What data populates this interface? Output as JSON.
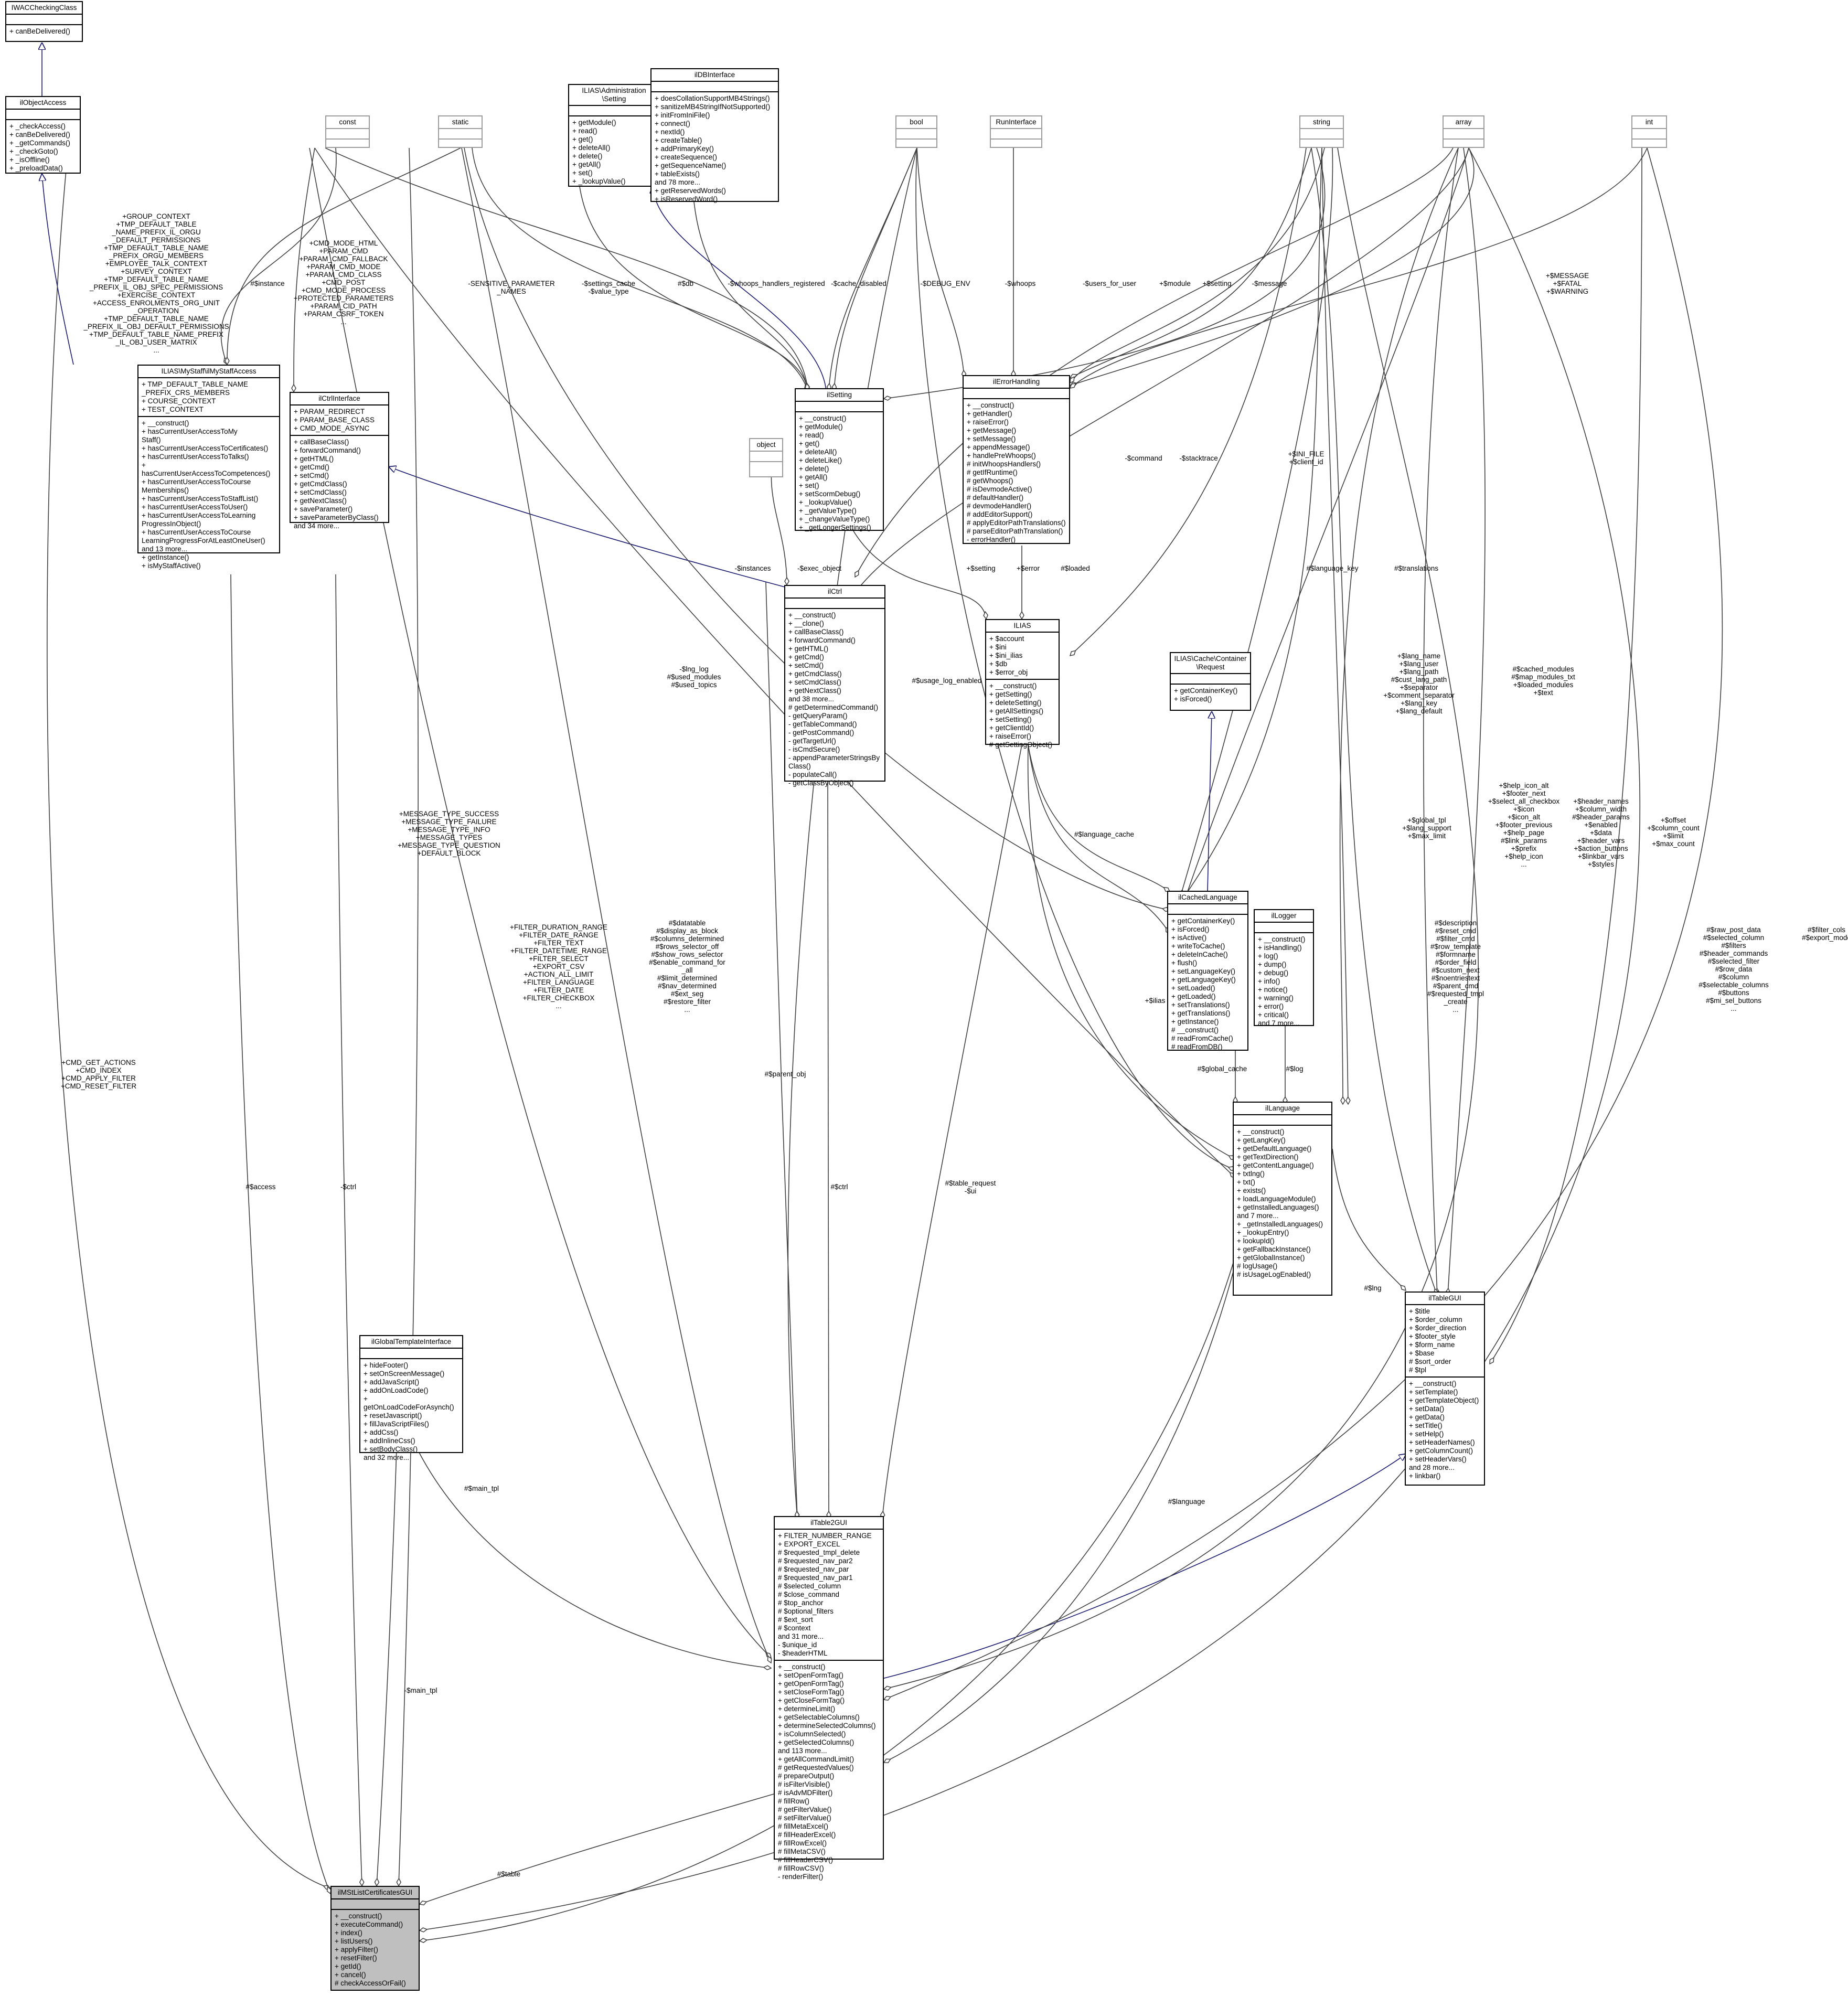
{
  "classes": {
    "iwac": {
      "title": "IWACCheckingClass",
      "attributes": "",
      "methods": "+ canBeDelivered()"
    },
    "objaccess": {
      "title": "ilObjectAccess",
      "attributes": "",
      "methods": "+ _checkAccess()\n+ canBeDelivered()\n+ _getCommands()\n+ _checkGoto()\n+ _isOffline()\n+ _preloadData()"
    },
    "const": {
      "title": "const",
      "attributes": "",
      "methods": ""
    },
    "static": {
      "title": "static",
      "attributes": "",
      "methods": ""
    },
    "adminsetting": {
      "title": "ILIAS\\Administration\n\\Setting",
      "attributes": "",
      "methods": "+ getModule()\n+ read()\n+ get()\n+ deleteAll()\n+ delete()\n+ getAll()\n+ set()\n+ _lookupValue()"
    },
    "dbinterface": {
      "title": "ilDBInterface",
      "attributes": "",
      "methods": "+ doesCollationSupportMB4Strings()\n+ sanitizeMB4StringIfNotSupported()\n+ initFromIniFile()\n+ connect()\n+ nextId()\n+ createTable()\n+ addPrimaryKey()\n+ createSequence()\n+ getSequenceName()\n+ tableExists()\nand 78 more...\n+ getReservedWords()\n+ isReservedWord()"
    },
    "bool": {
      "title": "bool",
      "attributes": "",
      "methods": ""
    },
    "runinterface": {
      "title": "RunInterface",
      "attributes": "",
      "methods": ""
    },
    "string": {
      "title": "string",
      "attributes": "",
      "methods": ""
    },
    "array": {
      "title": "array",
      "attributes": "",
      "methods": ""
    },
    "int": {
      "title": "int",
      "attributes": "",
      "methods": ""
    },
    "mystaff": {
      "title": "ILIAS\\MyStaff\\ilMyStaffAccess",
      "attributes": "+ TMP_DEFAULT_TABLE_NAME\n_PREFIX_CRS_MEMBERS\n+ COURSE_CONTEXT\n+ TEST_CONTEXT",
      "methods": "+ __construct()\n+ hasCurrentUserAccessToMy\nStaff()\n+ hasCurrentUserAccessToCertificates()\n+ hasCurrentUserAccessToTalks()\n+ hasCurrentUserAccessToCompetences()\n+ hasCurrentUserAccessToCourse\nMemberships()\n+ hasCurrentUserAccessToStaffList()\n+ hasCurrentUserAccessToUser()\n+ hasCurrentUserAccessToLearning\nProgressInObject()\n+ hasCurrentUserAccessToCourse\nLearningProgressForAtLeastOneUser()\nand 13 more...\n+ getInstance()\n+ isMyStaffActive()"
    },
    "ctrlinterface": {
      "title": "ilCtrlInterface",
      "attributes": "+ PARAM_REDIRECT\n+ PARAM_BASE_CLASS\n+ CMD_MODE_ASYNC",
      "methods": "+ callBaseClass()\n+ forwardCommand()\n+ getHTML()\n+ getCmd()\n+ setCmd()\n+ getCmdClass()\n+ setCmdClass()\n+ getNextClass()\n+ saveParameter()\n+ saveParameterByClass()\nand 34 more..."
    },
    "ilsetting": {
      "title": "ilSetting",
      "attributes": "",
      "methods": "+ __construct()\n+ getModule()\n+ read()\n+ get()\n+ deleteAll()\n+ deleteLike()\n+ delete()\n+ getAll()\n+ set()\n+ setScormDebug()\n+ _lookupValue()\n+ _getValueType()\n+ _changeValueType()\n+ _getLongerSettings()"
    },
    "errorhandling": {
      "title": "ilErrorHandling",
      "attributes": "",
      "methods": "+ __construct()\n+ getHandler()\n+ raiseError()\n+ getMessage()\n+ setMessage()\n+ appendMessage()\n+ handlePreWhoops()\n# initWhoopsHandlers()\n# getIfRuntime()\n# getWhoops()\n# isDevmodeActive()\n# defaultHandler()\n# devmodeHandler()\n# addEditorSupport()\n# applyEditorPathTranslations()\n# parseEditorPathTranslation()\n- errorHandler()"
    },
    "object": {
      "title": "object",
      "attributes": "",
      "methods": ""
    },
    "ilctrl": {
      "title": "ilCtrl",
      "attributes": "",
      "methods": "+ __construct()\n+ __clone()\n+ callBaseClass()\n+ forwardCommand()\n+ getHTML()\n+ getCmd()\n+ setCmd()\n+ getCmdClass()\n+ setCmdClass()\n+ getNextClass()\nand 38 more...\n# getDeterminedCommand()\n- getQueryParam()\n- getTableCommand()\n- getPostCommand()\n- getTargetUrl()\n- isCmdSecure()\n- appendParameterStringsBy\nClass()\n- populateCall()\n- getClassByObject()"
    },
    "ilias": {
      "title": "ILIAS",
      "attributes": "+ $account\n+ $ini\n+ $ini_ilias\n+ $db\n+ $error_obj",
      "methods": "+ __construct()\n+ getSetting()\n+ deleteSetting()\n+ getAllSettings()\n+ setSetting()\n+ getClientId()\n+ raiseError()\n# getSettingObject()"
    },
    "cacherequest": {
      "title": "ILIAS\\Cache\\Container\n\\Request",
      "attributes": "",
      "methods": "+ getContainerKey()\n+ isForced()"
    },
    "cachedlang": {
      "title": "ilCachedLanguage",
      "attributes": "",
      "methods": "+ getContainerKey()\n+ isForced()\n+ isActive()\n+ writeToCache()\n+ deleteInCache()\n+ flush()\n+ setLanguageKey()\n+ getLanguageKey()\n+ setLoaded()\n+ getLoaded()\n+ setTranslations()\n+ getTranslations()\n+ getInstance()\n# __construct()\n# readFromCache()\n# readFromDB()"
    },
    "logger": {
      "title": "ilLogger",
      "attributes": "",
      "methods": "+ __construct()\n+ isHandling()\n+ log()\n+ dump()\n+ debug()\n+ info()\n+ notice()\n+ warning()\n+ error()\n+ critical()\nand 7 more..."
    },
    "language": {
      "title": "ilLanguage",
      "attributes": "",
      "methods": "+ __construct()\n+ getLangKey()\n+ getDefaultLanguage()\n+ getTextDirection()\n+ getContentLanguage()\n+ txtlng()\n+ txt()\n+ exists()\n+ loadLanguageModule()\n+ getInstalledLanguages()\nand 7 more...\n+ _getInstalledLanguages()\n+ _lookupEntry()\n+ lookupId()\n+ getFallbackInstance()\n+ getGlobalInstance()\n# logUsage()\n# isUsageLogEnabled()"
    },
    "globaltpl": {
      "title": "ilGlobalTemplateInterface",
      "attributes": "",
      "methods": "+ hideFooter()\n+ setOnScreenMessage()\n+ addJavaScript()\n+ addOnLoadCode()\n+ getOnLoadCodeForAsynch()\n+ resetJavascript()\n+ fillJavaScriptFiles()\n+ addCss()\n+ addInlineCss()\n+ setBodyClass()\nand 32 more..."
    },
    "tablegui": {
      "title": "ilTableGUI",
      "attributes": "+ $title\n+ $order_column\n+ $order_direction\n+ $footer_style\n+ $form_name\n+ $base\n# $sort_order\n# $tpl",
      "methods": "+ __construct()\n+ setTemplate()\n+ getTemplateObject()\n+ setData()\n+ getData()\n+ setTitle()\n+ setHelp()\n+ setHeaderNames()\n+ getColumnCount()\n+ setHeaderVars()\nand 28 more...\n+ linkbar()"
    },
    "table2gui": {
      "title": "ilTable2GUI",
      "attributes": "+ FILTER_NUMBER_RANGE\n+ EXPORT_EXCEL\n# $requested_tmpl_delete\n# $requested_nav_par2\n# $requested_nav_par\n# $requested_nav_par1\n# $selected_column\n# $close_command\n# $top_anchor\n# $optional_filters\n# $ext_sort\n# $context\nand 31 more...\n- $unique_id\n- $headerHTML",
      "methods": "+ __construct()\n+ setOpenFormTag()\n+ getOpenFormTag()\n+ setCloseFormTag()\n+ getCloseFormTag()\n+ determineLimit()\n+ getSelectableColumns()\n+ determineSelectedColumns()\n+ isColumnSelected()\n+ getSelectedColumns()\nand 113 more...\n+ getAllCommandLimit()\n# getRequestedValues()\n# prepareOutput()\n# isFilterVisible()\n# isAdvMDFilter()\n# fillRow()\n# getFilterValue()\n# setFilterValue()\n# fillMetaExcel()\n# fillHeaderExcel()\n# fillRowExcel()\n# fillMetaCSV()\n# fillHeaderCSV()\n# fillRowCSV()\n- renderFilter()"
    },
    "main": {
      "title": "ilMStListCertificatesGUI",
      "attributes": "",
      "methods": "+ __construct()\n+ executeCommand()\n+ index()\n+ listUsers()\n+ applyFilter()\n+ resetFilter()\n+ getId()\n+ cancel()\n# checkAccessOrFail()"
    }
  },
  "labels": {
    "mystaff_const": "+GROUP_CONTEXT\n+TMP_DEFAULT_TABLE\n_NAME_PREFIX_IL_ORGU\n_DEFAULT_PERMISSIONS\n+TMP_DEFAULT_TABLE_NAME\n_PREFIX_ORGU_MEMBERS\n+EMPLOYEE_TALK_CONTEXT\n+SURVEY_CONTEXT\n+TMP_DEFAULT_TABLE_NAME\n_PREFIX_IL_OBJ_SPEC_PERMISSIONS\n+EXERCISE_CONTEXT\n+ACCESS_ENROLMENTS_ORG_UNIT\n_OPERATION\n+TMP_DEFAULT_TABLE_NAME\n_PREFIX_IL_OBJ_DEFAULT_PERMISSIONS\n+TMP_DEFAULT_TABLE_NAME_PREFIX\n_IL_OBJ_USER_MATRIX\n...",
    "instance": "#$instance",
    "ctrl_const": "+CMD_MODE_HTML\n+PARAM_CMD\n+PARAM_CMD_FALLBACK\n+PARAM_CMD_MODE\n+PARAM_CMD_CLASS\n+CMD_POST\n+CMD_MODE_PROCESS\n+PROTECTED_PARAMETERS\n+PARAM_CID_PATH\n+PARAM_CSRF_TOKEN\n...",
    "sensitive": "-SENSITIVE_PARAMETER\n_NAMES",
    "settings_cache": "-$settings_cache\n-$value_type",
    "db": "#$db",
    "whoops_reg": "-$whoops_handlers_registered",
    "cache_disabled": "-$cache_disabled",
    "debug_env": "-$DEBUG_ENV",
    "whoops": "-$whoops",
    "users_for_user": "-$users_for_user",
    "module": "+$module",
    "setting": "+$setting",
    "message": "-$message",
    "err_consts": "+$MESSAGE\n+$FATAL\n+$WARNING",
    "command": "-$command",
    "stacktrace": "-$stacktrace",
    "ini_file": "+$INI_FILE\n+$client_id",
    "instances": "-$instances",
    "exec_object": "-$exec_object",
    "setting2": "+$setting",
    "error": "+$error",
    "loaded": "#$loaded",
    "language_key": "#$language_key",
    "translations": "#$translations",
    "lang_vars": "+$lang_name\n+$lang_user\n+$lang_path\n#$cust_lang_path\n+$separator\n+$comment_separator\n+$lang_key\n+$lang_default",
    "cached_modules": "#$cached_modules\n#$map_modules_txt\n+$loaded_modules\n+$text",
    "lng_log": "-$lng_log\n#$used_modules\n#$used_topics",
    "usage_log": "#$usage_log_enabled",
    "language_cache": "#$language_cache",
    "ilias_lbl": "+$ilias",
    "global_cache": "#$global_cache",
    "log": "#$log",
    "lng": "#$lng",
    "global_tpl": "+$global_tpl\n+$lang_support\n+$max_limit",
    "help_icon": "+$help_icon_alt\n+$footer_next\n+$select_all_checkbox\n+$icon\n+$icon_alt\n+$footer_previous\n+$help_page\n#$link_params\n+$prefix\n+$help_icon\n...",
    "header_names": "+$header_names\n+$column_width\n#$header_params\n+$enabled\n+$data\n+$header_vars\n+$action_buttons\n+$linkbar_vars\n+$styles",
    "offset": "+$offset\n+$column_count\n+$limit\n+$max_count",
    "message_types": "+MESSAGE_TYPE_SUCCESS\n+MESSAGE_TYPE_FAILURE\n+MESSAGE_TYPE_INFO\n+MESSAGE_TYPES\n+MESSAGE_TYPE_QUESTION\n+DEFAULT_BLOCK",
    "filter_consts": "+FILTER_DURATION_RANGE\n+FILTER_DATE_RANGE\n+FILTER_TEXT\n+FILTER_DATETIME_RANGE\n+FILTER_SELECT\n+EXPORT_CSV\n+ACTION_ALL_LIMIT\n+FILTER_LANGUAGE\n+FILTER_DATE\n+FILTER_CHECKBOX\n...",
    "datatable": "#$datatable\n#$display_as_block\n#$columns_determined\n#$rows_selector_off\n#$show_rows_selector\n#$enable_command_for\n_all\n#$limit_determined\n#$nav_determined\n#$ext_seg\n#$restore_filter\n...",
    "description": "#$description\n#$reset_cmd\n#$filter_cmd\n#$row_template\n#$formname\n#$order_field\n#$custom_next\n#$noentriestext\n#$parent_cmd\n#$requested_tmpl\n_create\n...",
    "raw_post": "#$raw_post_data\n#$selected_column\n#$filters\n#$header_commands\n#$selected_filter\n#$row_data\n#$column\n#$selectable_columns\n#$buttons\n#$mi_sel_buttons\n...",
    "filter_cols": "#$filter_cols\n#$export_mode",
    "cmd_actions": "+CMD_GET_ACTIONS\n+CMD_INDEX\n+CMD_APPLY_FILTER\n+CMD_RESET_FILTER",
    "access": "#$access",
    "ctrl_main": "-$ctrl",
    "parent_obj": "#$parent_obj",
    "ctrl_t2": "#$ctrl",
    "table_request": "#$table_request\n-$ui",
    "language_lbl": "#$language",
    "main_tpl_t2": "#$main_tpl",
    "main_tpl": "-$main_tpl",
    "table": "#$table"
  }
}
